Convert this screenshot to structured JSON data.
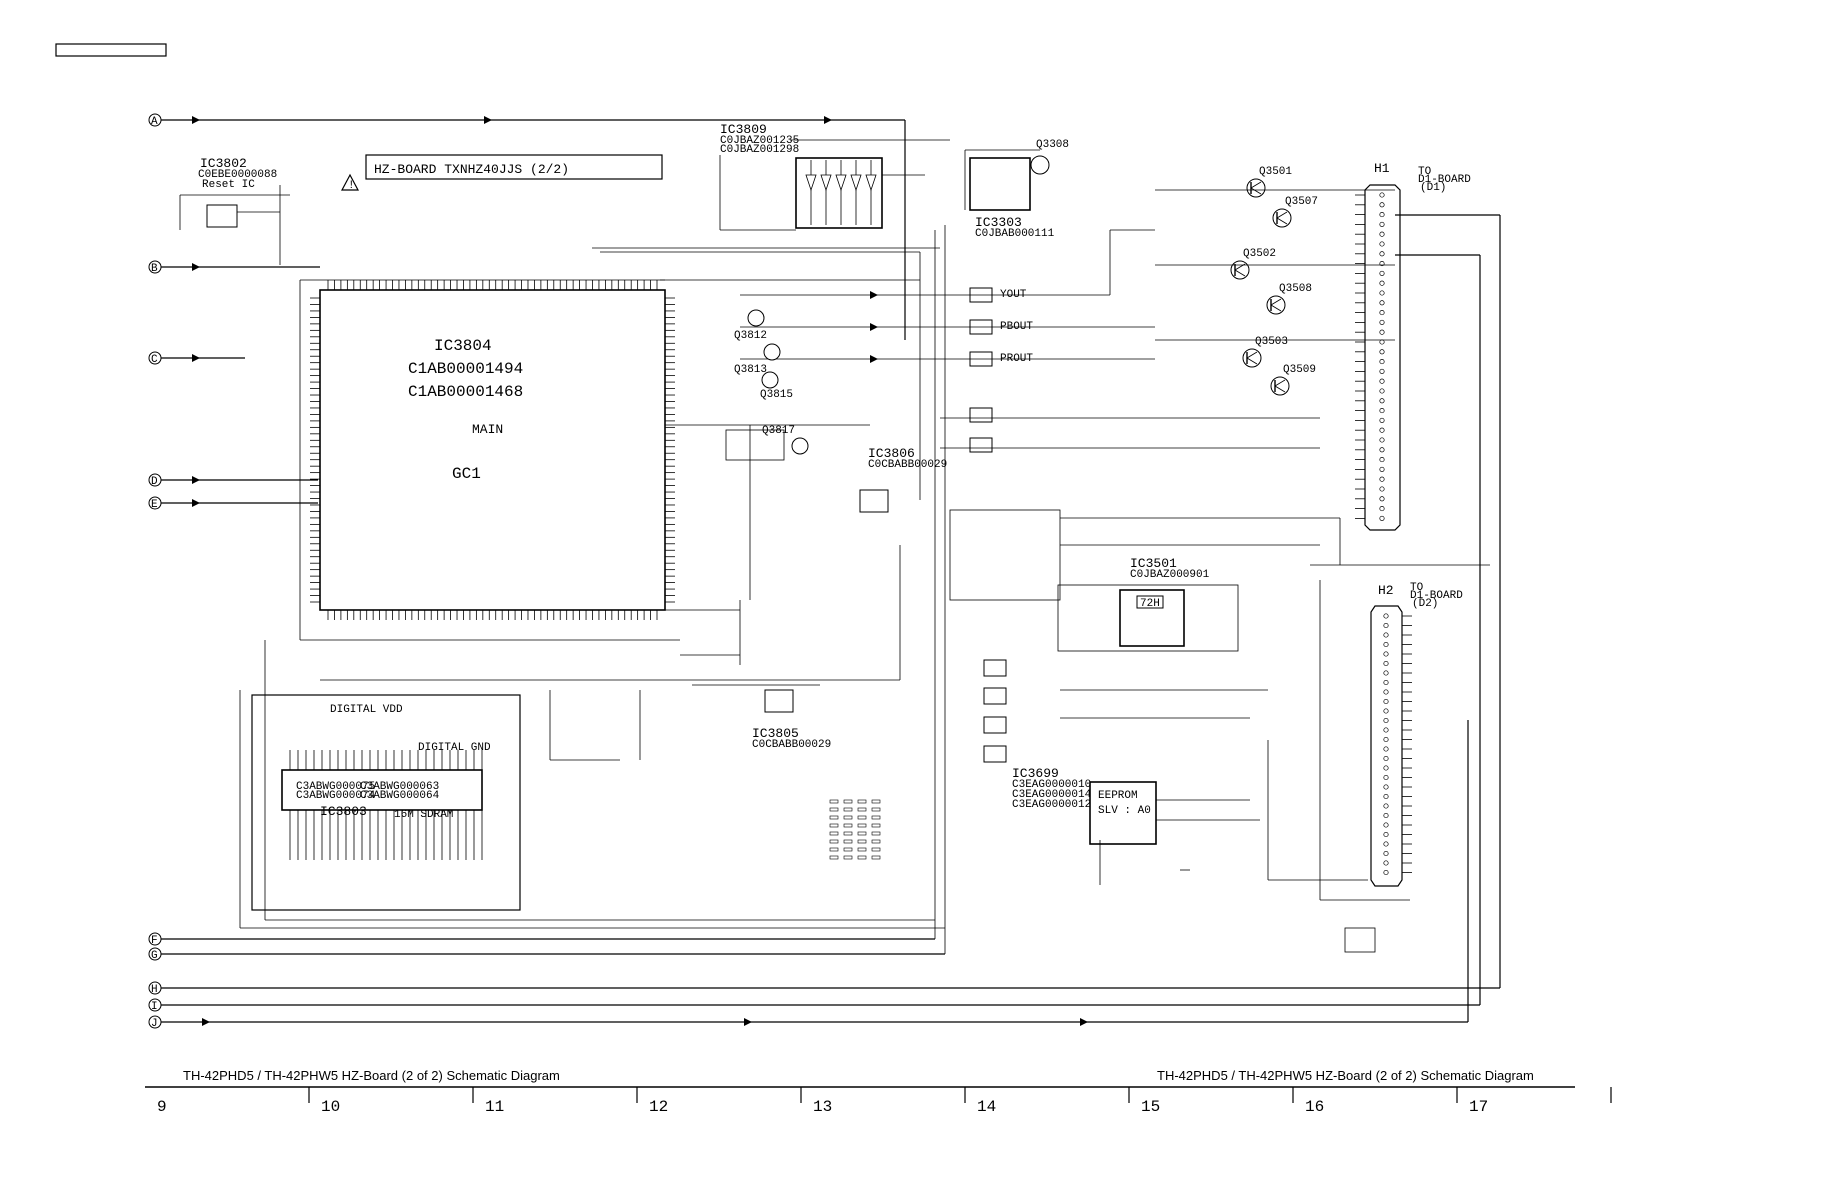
{
  "header": {
    "label": ""
  },
  "board_title": "HZ-BOARD   TXNHZ40JJS (2/2)",
  "footer": {
    "left": "TH-42PHD5 / TH-42PHW5  HZ-Board (2 of 2) Schematic Diagram",
    "right": "TH-42PHD5 / TH-42PHW5  HZ-Board (2 of 2) Schematic Diagram"
  },
  "columns": [
    "9",
    "10",
    "11",
    "12",
    "13",
    "14",
    "15",
    "16",
    "17"
  ],
  "buses": [
    "A",
    "B",
    "C",
    "D",
    "E",
    "F",
    "G",
    "H",
    "I",
    "J"
  ],
  "ics": {
    "ic3802": {
      "ref": "IC3802",
      "part": "C0EBE0000088",
      "desc": "Reset IC"
    },
    "ic3804": {
      "ref": "IC3804",
      "parts": [
        "C1AB00001494",
        "C1AB00001468"
      ],
      "role": "MAIN",
      "name": "GC1"
    },
    "ic3809": {
      "ref": "IC3809",
      "parts": [
        "C0JBAZ001235",
        "C0JBAZ001298"
      ]
    },
    "ic3303": {
      "ref": "IC3303",
      "part": "C0JBAB000111"
    },
    "ic3806": {
      "ref": "IC3806",
      "part": "C0CBABB00029"
    },
    "ic3805": {
      "ref": "IC3805",
      "part": "C0CBABB00029"
    },
    "ic3501": {
      "ref": "IC3501",
      "part": "C0JBAZ000901",
      "mark": "72H"
    },
    "ic3803": {
      "ref": "IC3803",
      "parts": [
        "C3ABWG000075",
        "C3ABWG000074",
        "C3ABWG000063",
        "C3ABWG000064"
      ],
      "desc": "16M SDRAM"
    },
    "ic3699": {
      "ref": "IC3699",
      "parts": [
        "C3EAG0000010",
        "C3EAG0000014",
        "C3EAG0000012"
      ],
      "chip": "EEPROM",
      "note": "SLV : A0"
    }
  },
  "transistors": [
    "Q3308",
    "Q3501",
    "Q3507",
    "Q3502",
    "Q3508",
    "Q3503",
    "Q3509",
    "Q3812",
    "Q3813",
    "Q3815",
    "Q3817"
  ],
  "connectors": {
    "h1": {
      "ref": "H1",
      "to": "TO",
      "board": "D1-BOARD",
      "pin": "(D1)"
    },
    "h2": {
      "ref": "H2",
      "to": "TO",
      "board": "D1-BOARD",
      "pin": "(D2)"
    }
  },
  "signals": {
    "yout": "YOUT",
    "pbout": "PBOUT",
    "prout": "PROUT",
    "sdram": "DIGITAL VDD",
    "dvdd": "DIGITAL GND"
  },
  "colors": {
    "ink": "#000000",
    "paper": "#ffffff"
  }
}
